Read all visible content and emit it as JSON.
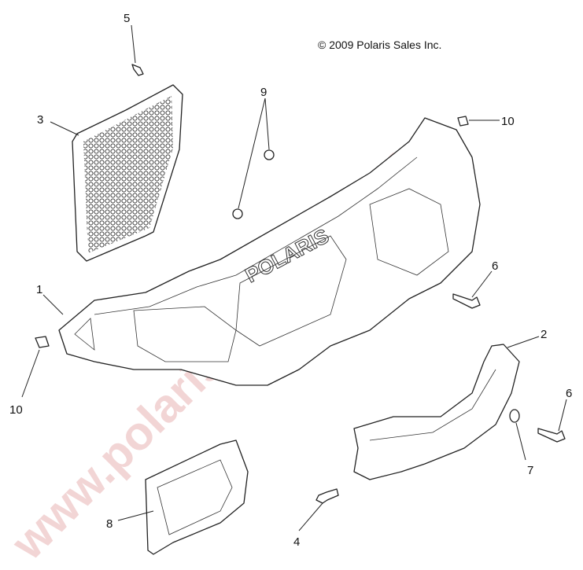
{
  "copyright": "© 2009 Polaris Sales Inc.",
  "watermark": "www.polarisersatzteile.de",
  "brand_on_part": "POLARIS",
  "callouts": [
    {
      "id": "callout-5",
      "label": "5"
    },
    {
      "id": "callout-3",
      "label": "3"
    },
    {
      "id": "callout-9",
      "label": "9"
    },
    {
      "id": "callout-10-top",
      "label": "10"
    },
    {
      "id": "callout-1",
      "label": "1"
    },
    {
      "id": "callout-6-top",
      "label": "6"
    },
    {
      "id": "callout-2",
      "label": "2"
    },
    {
      "id": "callout-6-bottom",
      "label": "6"
    },
    {
      "id": "callout-10-left",
      "label": "10"
    },
    {
      "id": "callout-7",
      "label": "7"
    },
    {
      "id": "callout-8",
      "label": "8"
    },
    {
      "id": "callout-4",
      "label": "4"
    }
  ]
}
